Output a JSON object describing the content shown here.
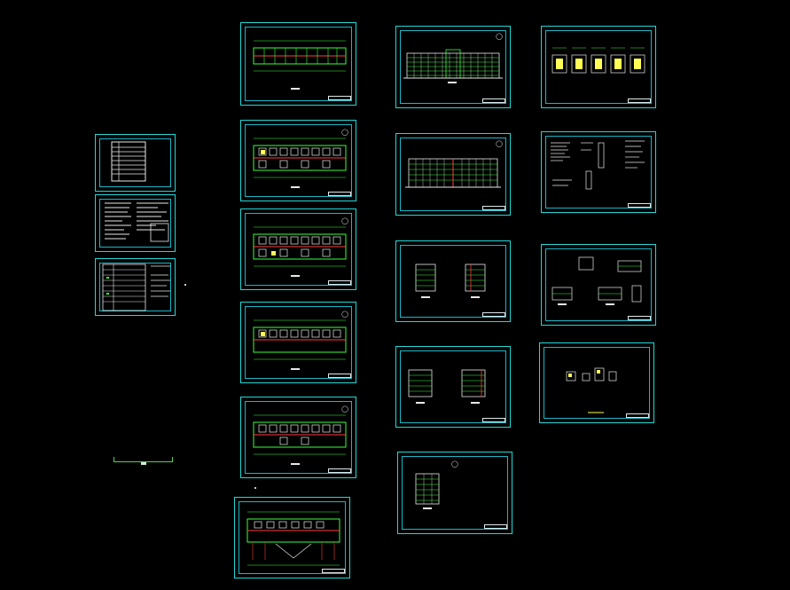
{
  "app": {
    "type": "CAD drawing sheet overview",
    "colors": {
      "background": "#000000",
      "frame": "#22d8d8",
      "drawing_green": "#39ff39",
      "drawing_red": "#ff3c3c",
      "drawing_white": "#e8e8e8",
      "drawing_yellow": "#ffff55"
    }
  },
  "sheets": [
    {
      "name": "index-sheet",
      "kind": "table-sheet"
    },
    {
      "name": "notes-sheet",
      "kind": "notes"
    },
    {
      "name": "schedule-sheet",
      "kind": "table"
    },
    {
      "name": "floor-plan-1",
      "kind": "plan"
    },
    {
      "name": "floor-plan-2",
      "kind": "plan"
    },
    {
      "name": "floor-plan-3",
      "kind": "plan"
    },
    {
      "name": "floor-plan-4",
      "kind": "plan"
    },
    {
      "name": "floor-plan-5",
      "kind": "plan"
    },
    {
      "name": "roof-plan",
      "kind": "plan"
    },
    {
      "name": "front-elevation",
      "kind": "elevation"
    },
    {
      "name": "rear-elevation",
      "kind": "elevation"
    },
    {
      "name": "side-elevations-1",
      "kind": "section"
    },
    {
      "name": "side-elevations-2",
      "kind": "section"
    },
    {
      "name": "section-sheet",
      "kind": "section"
    },
    {
      "name": "window-details",
      "kind": "detail"
    },
    {
      "name": "stair-details",
      "kind": "detail"
    },
    {
      "name": "node-details",
      "kind": "detail"
    },
    {
      "name": "misc-details",
      "kind": "detail"
    }
  ]
}
